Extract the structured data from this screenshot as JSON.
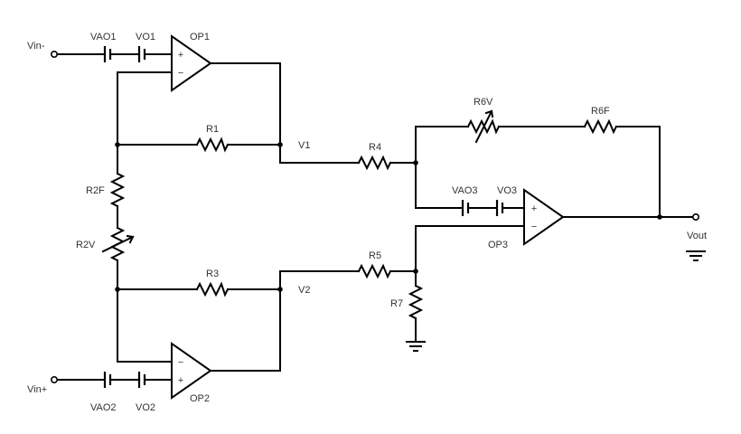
{
  "schematic": {
    "terminals": {
      "vin_minus": "Vin-",
      "vin_plus": "Vin+",
      "vout": "Vout"
    },
    "opamps": {
      "op1": "OP1",
      "op2": "OP2",
      "op3": "OP3"
    },
    "sources": {
      "vao1": "VAO1",
      "vo1": "VO1",
      "vao2": "VAO2",
      "vo2": "VO2",
      "vao3": "VAO3",
      "vo3": "VO3"
    },
    "resistors": {
      "r1": "R1",
      "r2f": "R2F",
      "r2v": "R2V",
      "r3": "R3",
      "r4": "R4",
      "r5": "R5",
      "r6v": "R6V",
      "r6f": "R6F",
      "r7": "R7"
    },
    "nodes": {
      "v1": "V1",
      "v2": "V2"
    },
    "pin_signs": {
      "plus": "+",
      "minus": "−"
    }
  }
}
